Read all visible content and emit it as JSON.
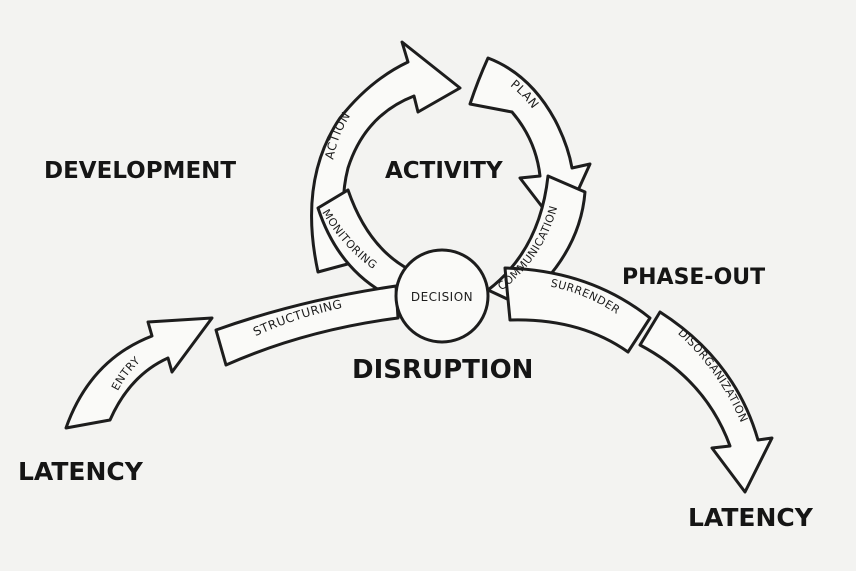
{
  "diagram": {
    "labels": {
      "development": "DEVELOPMENT",
      "activity": "ACTIVITY",
      "phase_out": "PHASE-OUT",
      "disruption": "DISRUPTION",
      "latency_left": "LATENCY",
      "latency_right": "LATENCY",
      "decision": "DECISION"
    },
    "arrows": {
      "action": "ACTION",
      "plan": "PLAN",
      "communication": "COMMUNICATION",
      "monitoring": "MONITORING",
      "structuring": "STRUCTURING",
      "entry": "ENTRY",
      "surrender": "SURRENDER",
      "disorganization": "DISORGANIZATION"
    },
    "colors": {
      "ink": "#1d1d1d",
      "paper": "#f3f3f1"
    }
  }
}
